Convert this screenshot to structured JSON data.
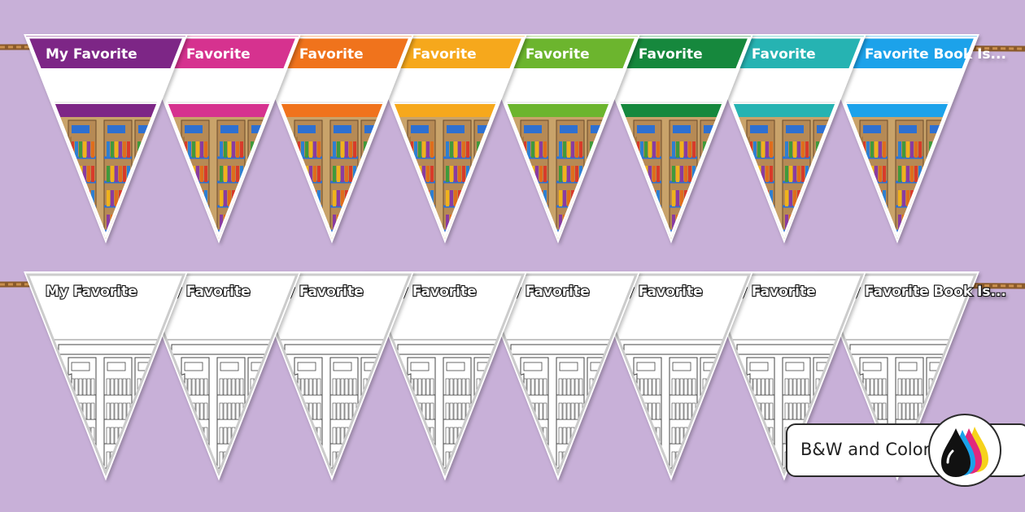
{
  "pennant_title": "My Favorite Book Is...",
  "color_row_colors": [
    "#7d2586",
    "#d6318f",
    "#f0731c",
    "#f6a81c",
    "#6cb52d",
    "#17883d",
    "#26b3b2",
    "#1ba2ea"
  ],
  "bw_row_count": 8,
  "badge": {
    "label": "B&W and Color",
    "icon": "ink-drops-icon"
  },
  "book_colors": [
    "#d83a2a",
    "#2f7fd1",
    "#3f9a3a",
    "#f0b21d",
    "#8a3aa0",
    "#e06d1e"
  ]
}
